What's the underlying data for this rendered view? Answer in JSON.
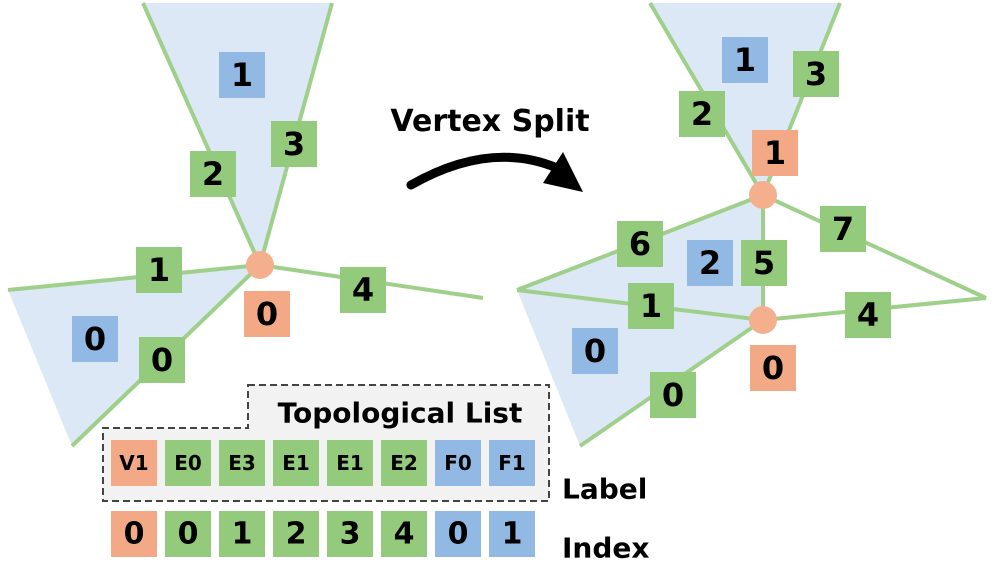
{
  "title": "Vertex Split",
  "colors": {
    "face_fill": "#dce8f5",
    "edge_line": "#9fd08b",
    "edge_label": "#93ca7c",
    "face_label": "#92b9e3",
    "vertex": "#f4b08c",
    "vertex_label": "#f3a985",
    "text": "#000000",
    "list_box_bg": "#f2f2f2",
    "list_box_border": "#444444"
  },
  "before": {
    "vertex_labels": [
      "0"
    ],
    "edge_labels": [
      "0",
      "1",
      "2",
      "3",
      "4"
    ],
    "face_labels": [
      "0",
      "1"
    ]
  },
  "after": {
    "vertex_labels": [
      "0",
      "1"
    ],
    "edge_labels": [
      "0",
      "1",
      "2",
      "3",
      "4",
      "5",
      "6",
      "7"
    ],
    "face_labels": [
      "0",
      "1",
      "2"
    ]
  },
  "topological_list": {
    "title": "Topological List",
    "label_caption": "Label",
    "index_caption": "Index",
    "items": [
      {
        "label": "V1",
        "index": "0",
        "kind": "vertex"
      },
      {
        "label": "E0",
        "index": "0",
        "kind": "edge"
      },
      {
        "label": "E3",
        "index": "1",
        "kind": "edge"
      },
      {
        "label": "E1",
        "index": "2",
        "kind": "edge"
      },
      {
        "label": "E1",
        "index": "3",
        "kind": "edge"
      },
      {
        "label": "E2",
        "index": "4",
        "kind": "edge"
      },
      {
        "label": "F0",
        "index": "0",
        "kind": "face"
      },
      {
        "label": "F1",
        "index": "1",
        "kind": "face"
      }
    ]
  }
}
